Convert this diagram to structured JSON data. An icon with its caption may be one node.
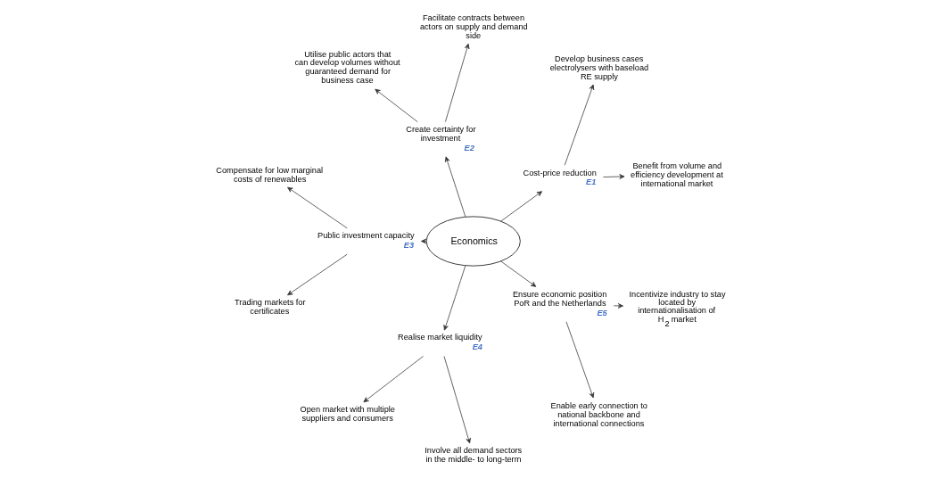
{
  "diagram": {
    "nodes": [
      {
        "text": [
          "Economics"
        ]
      },
      {
        "text": [
          "Cost-price reduction"
        ],
        "beside": [
          "E1"
        ]
      },
      {
        "text": [
          "Create certainty for investment"
        ],
        "beside": [
          "E2"
        ]
      },
      {
        "text": [
          "Public investment capacity"
        ],
        "beside": [
          "E3"
        ]
      },
      {
        "text": [
          "Realise market liquidity"
        ],
        "beside": [
          "E4"
        ]
      },
      {
        "text": [
          "Ensure economic position PoR and the Netherlands"
        ],
        "beside": [
          "E5"
        ]
      },
      {
        "text": [
          "Facilitate contracts between actors on supply and demand side"
        ]
      },
      {
        "text": [
          "Utilise public actors that can develop volumes without guaranteed demand for business case"
        ]
      },
      {
        "text": [
          "Benefit from volume and efficiency development at international market"
        ]
      },
      {
        "text": [
          "Develop business cases electrolysers with baseload RE supply"
        ]
      },
      {
        "text": [
          "Enable early connection to national backbone and international connections"
        ]
      },
      {
        "text": [
          "Incentivize industry to stay located by internationalisation of H$_{2}$ market"
        ]
      },
      {
        "text": [
          "Compensate for low marginal costs of renewables"
        ]
      },
      {
        "text": [
          "Trading markets for certificates"
        ]
      },
      {
        "text": [
          "Open market with multiple suppliers and consumers"
        ]
      },
      {
        "text": [
          "Involve all demand sectors in the middle- to long-term"
        ]
      }
    ],
    "edges": [
      {
        "from": 0,
        "to": 1,
        "arrow": "to"
      },
      {
        "from": 0,
        "to": 2,
        "arrow": "to"
      },
      {
        "from": 0,
        "to": 3,
        "arrow": "to"
      },
      {
        "from": 0,
        "to": 4,
        "arrow": "to"
      },
      {
        "from": 0,
        "to": 5,
        "arrow": "to"
      },
      {
        "from": 2,
        "to": 6,
        "arrow": "to"
      },
      {
        "from": 2,
        "to": 7,
        "arrow": "to"
      },
      {
        "from": 1,
        "to": 8,
        "arrow": "to"
      },
      {
        "from": 1,
        "to": 9,
        "arrow": "to"
      },
      {
        "from": 5,
        "to": 10,
        "arrow": "to"
      },
      {
        "from": 5,
        "to": 11,
        "arrow": "to"
      },
      {
        "from": 3,
        "to": 12,
        "arrow": "to"
      },
      {
        "from": 3,
        "to": 13,
        "arrow": "to"
      },
      {
        "from": 4,
        "to": 14,
        "arrow": "to"
      },
      {
        "from": 4,
        "to": 15,
        "arrow": "to"
      }
    ]
  }
}
